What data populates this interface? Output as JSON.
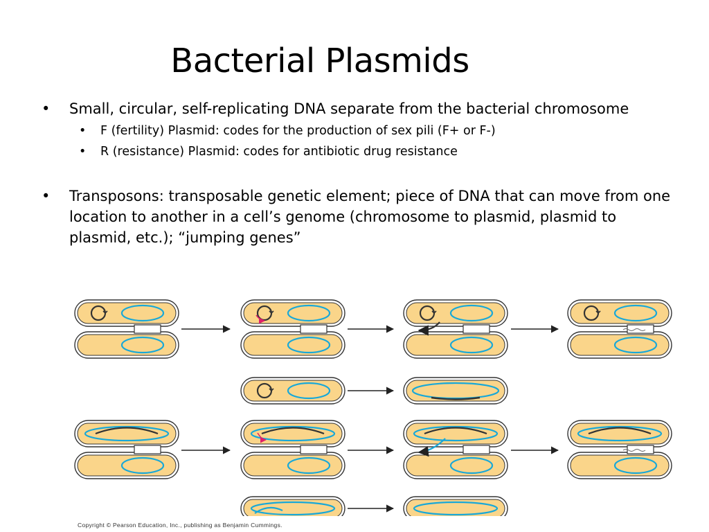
{
  "slide": {
    "title": "Bacterial Plasmids",
    "bullets": [
      {
        "text": "Small, circular, self-replicating DNA separate from the bacterial chromosome",
        "sub": [
          "F (fertility) Plasmid:  codes for the production of sex pili (F+ or F-)",
          "R (resistance) Plasmid: codes for antibiotic drug resistance"
        ]
      },
      {
        "text": "Transposons:  transposable genetic element; piece of DNA that can move from one location to another in a cell’s genome (chromosome to plasmid, plasmid to plasmid, etc.); “jumping genes”"
      }
    ],
    "bullet_glyph": "•",
    "copyright": "Copyright © Pearson Education, Inc., publishing as Benjamin Cummings."
  },
  "figure": {
    "colors": {
      "cell_fill": "#fad58a",
      "cell_outline": "#333333",
      "chromosome": "#18a8d8",
      "plasmid_dna": "#333333",
      "arrow_accent": "#e0206a"
    }
  }
}
